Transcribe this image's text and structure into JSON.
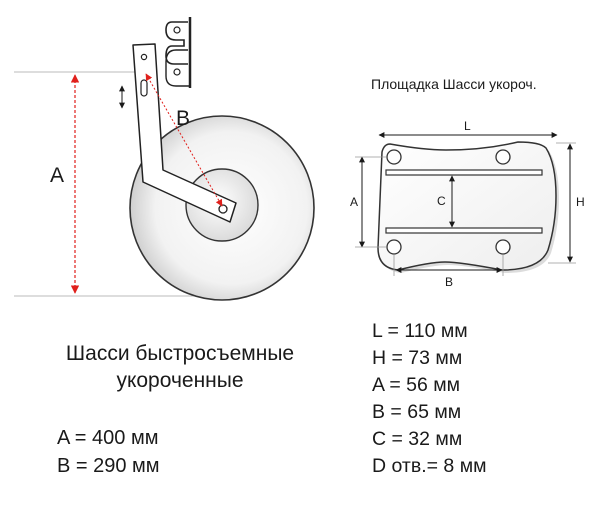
{
  "wheel_diagram": {
    "label_a": "A",
    "label_b": "B",
    "dimension_color": "#e0201c"
  },
  "plate_diagram": {
    "title": "Площадка Шасси укороч.",
    "label_l": "L",
    "label_h": "H",
    "label_a": "A",
    "label_b": "B",
    "label_c": "C"
  },
  "caption": {
    "line1": "Шасси быстросъемные",
    "line2": "укороченные"
  },
  "wheel_dimensions": [
    "A = 400 мм",
    "B = 290 мм"
  ],
  "plate_dimensions": [
    "L  = 110 мм",
    "H = 73 мм",
    "A = 56 мм",
    "B = 65 мм",
    "C = 32 мм",
    "D отв.= 8 мм"
  ]
}
